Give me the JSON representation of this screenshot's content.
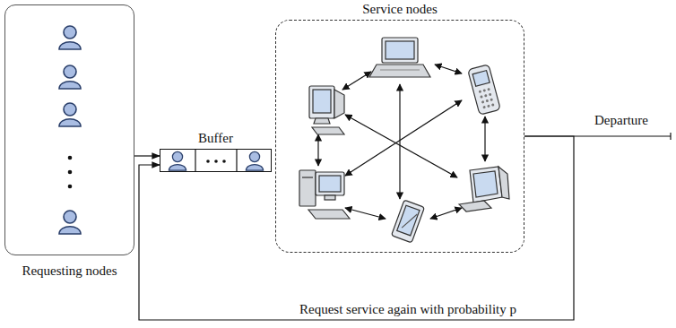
{
  "diagram": {
    "nodes": [
      {
        "text": [
          "Requesting nodes"
        ]
      },
      {
        "text": [
          "Buffer"
        ]
      },
      {
        "text": [
          "Service nodes"
        ]
      }
    ],
    "edges": [
      {
        "from": 0,
        "to": 1,
        "arrow": "to"
      },
      {
        "from": 2,
        "to": 1,
        "arrow": "to",
        "label": "Request service again with probability p"
      }
    ],
    "labels": [
      "Departure"
    ]
  }
}
